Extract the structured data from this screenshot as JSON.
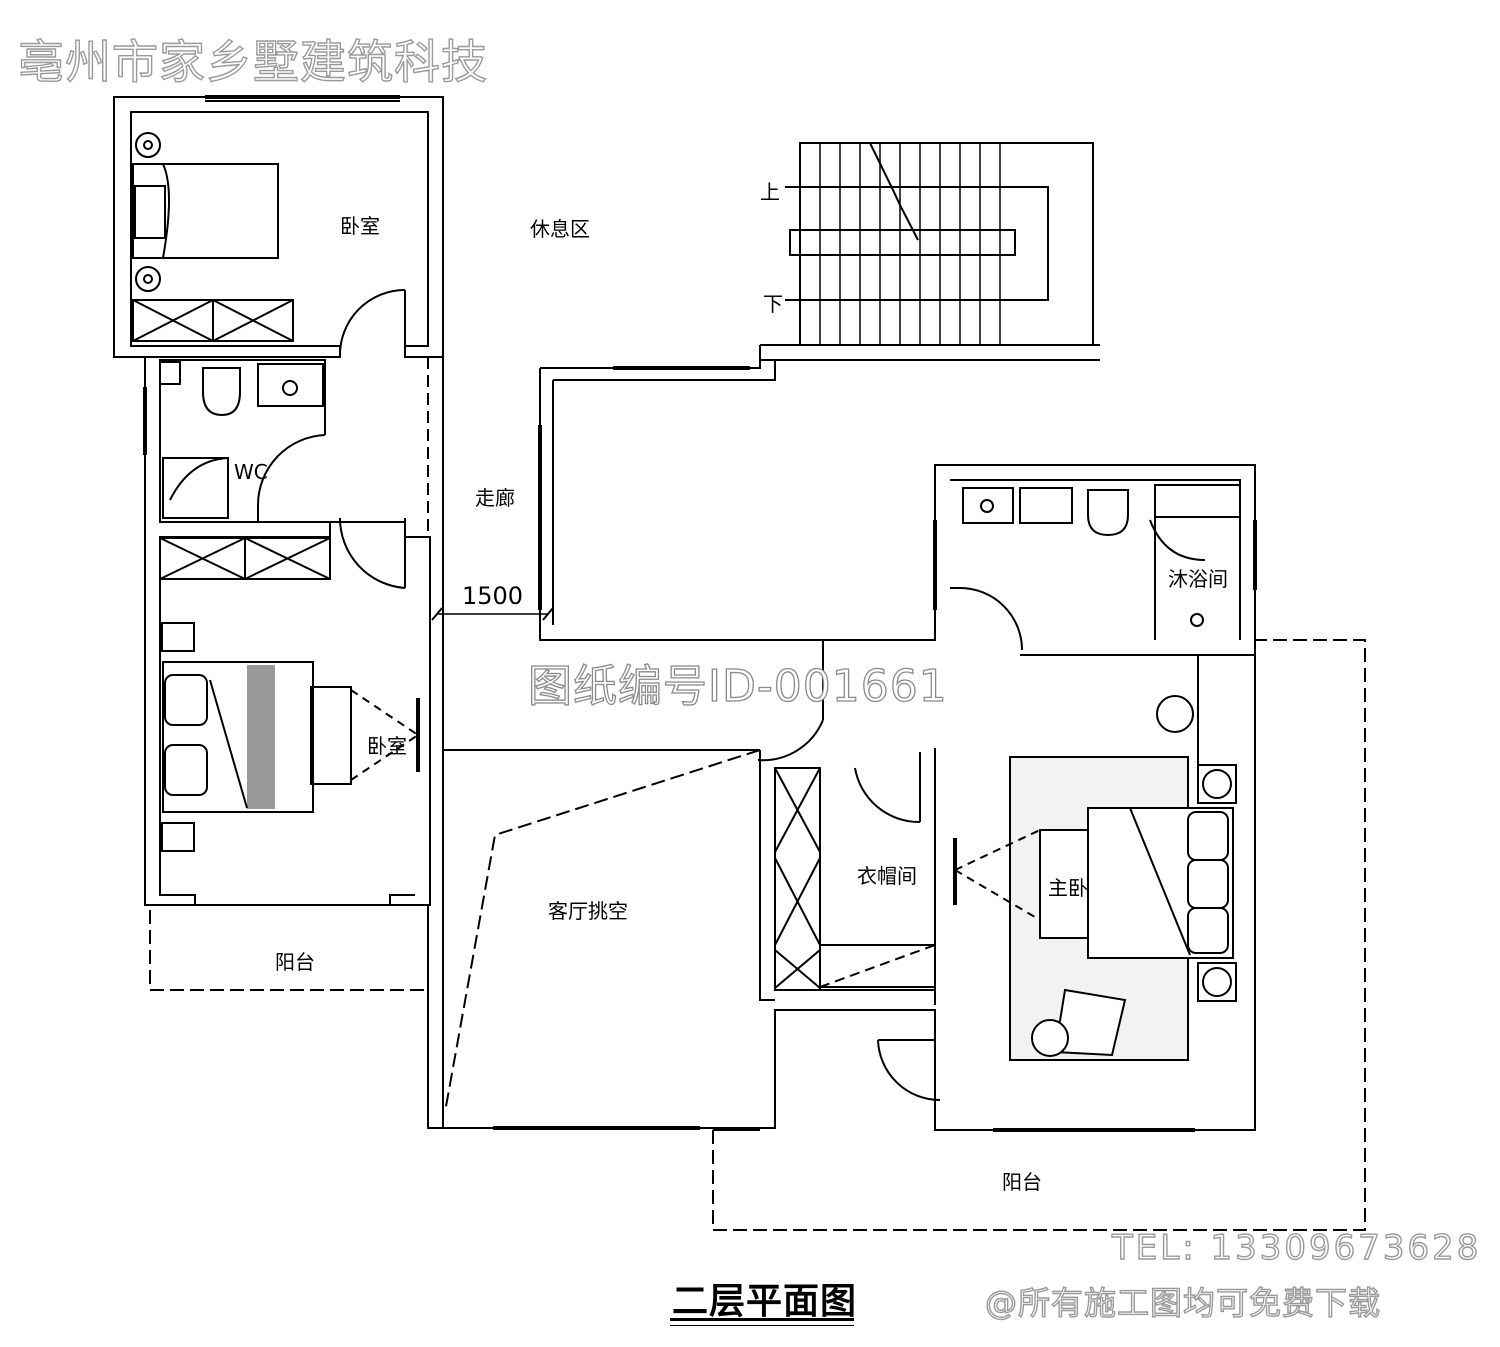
{
  "watermark": {
    "company": "亳州市家乡墅建筑科技",
    "drawing_id": "图纸编号ID-001661",
    "tel": "TEL: 13309673628",
    "free_download": "@所有施工图均可免费下载"
  },
  "title": "二层平面图",
  "rooms": {
    "bedroom_top": "卧室",
    "rest_area": "休息区",
    "wc": "WC",
    "corridor": "走廊",
    "bedroom_left": "卧室",
    "balcony_left": "阳台",
    "living_void": "客厅挑空",
    "cloakroom": "衣帽间",
    "master_bedroom": "主卧",
    "shower_room": "沐浴间",
    "balcony_bottom": "阳台"
  },
  "stairs": {
    "up": "上",
    "down": "下"
  },
  "dimension": "1500",
  "colors": {
    "line": "#000000",
    "watermark_stroke": "#9a9a9a",
    "background": "#ffffff"
  }
}
